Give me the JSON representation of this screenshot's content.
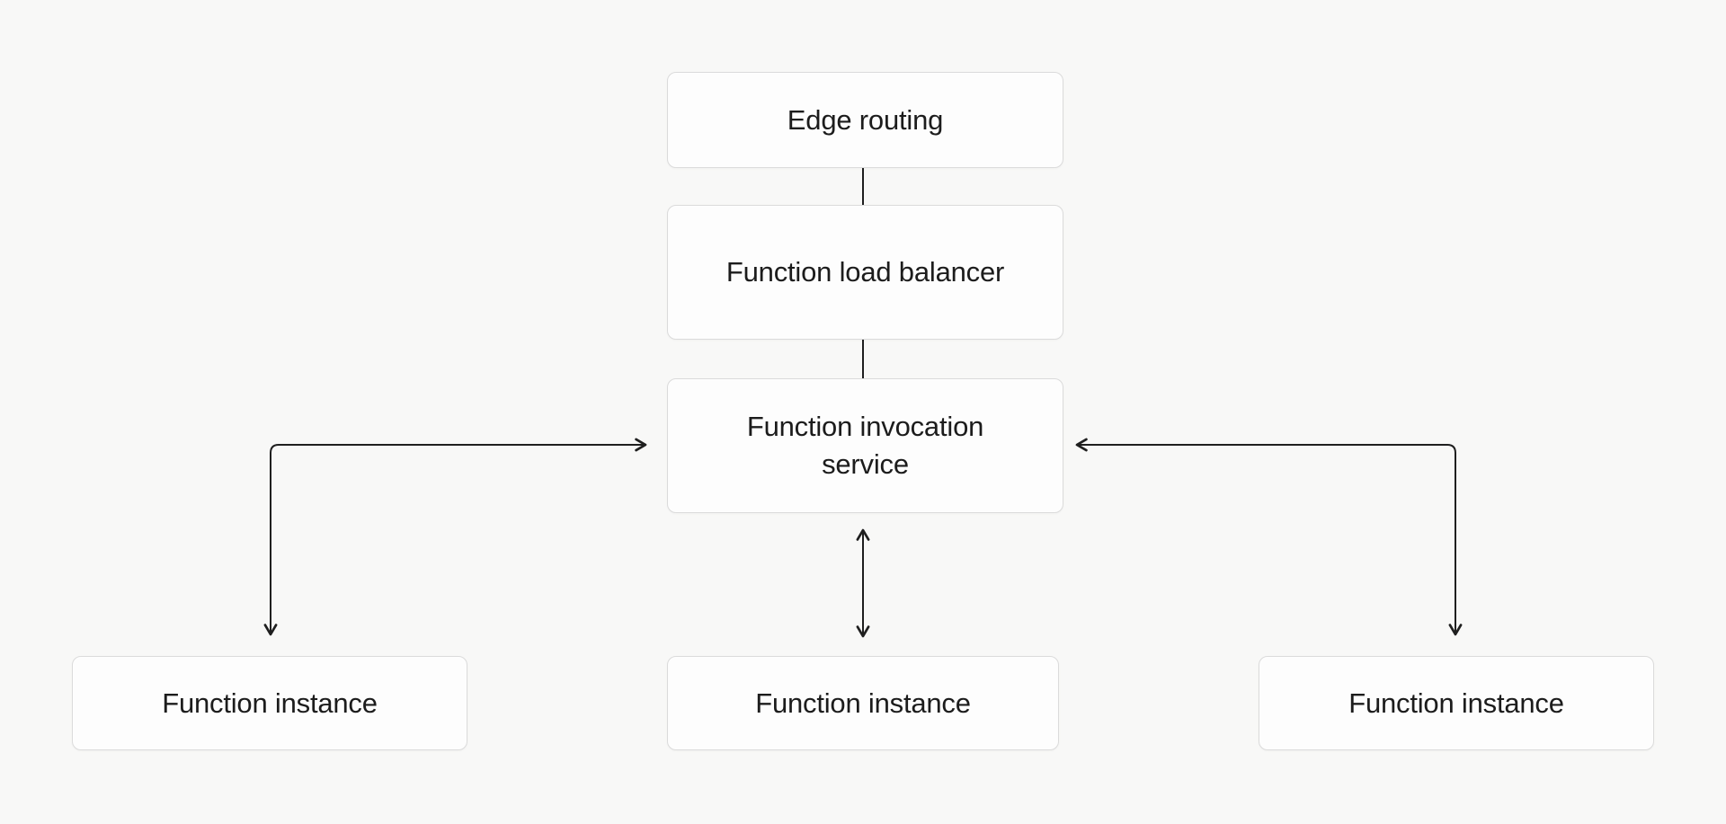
{
  "theme": {
    "background": "#f8f8f7",
    "node_fill": "#fdfdfd",
    "node_border": "#dbdbdb",
    "line_color": "#1f1f1f",
    "text_color": "#1c1c1c"
  },
  "diagram": {
    "nodes": {
      "edge_routing": {
        "label": "Edge routing"
      },
      "load_balancer": {
        "label": "Function load balancer"
      },
      "invocation_service": {
        "label": "Function invocation service"
      },
      "instance_left": {
        "label": "Function instance"
      },
      "instance_middle": {
        "label": "Function instance"
      },
      "instance_right": {
        "label": "Function instance"
      }
    },
    "edges": [
      {
        "from": "edge_routing",
        "to": "load_balancer",
        "style": "plain-line"
      },
      {
        "from": "load_balancer",
        "to": "invocation_service",
        "style": "plain-line"
      },
      {
        "from": "invocation_service",
        "to": "instance_middle",
        "style": "straight-double-arrow"
      },
      {
        "from": "invocation_service",
        "to": "instance_left",
        "style": "elbow-double-arrow"
      },
      {
        "from": "invocation_service",
        "to": "instance_right",
        "style": "elbow-double-arrow"
      }
    ]
  }
}
